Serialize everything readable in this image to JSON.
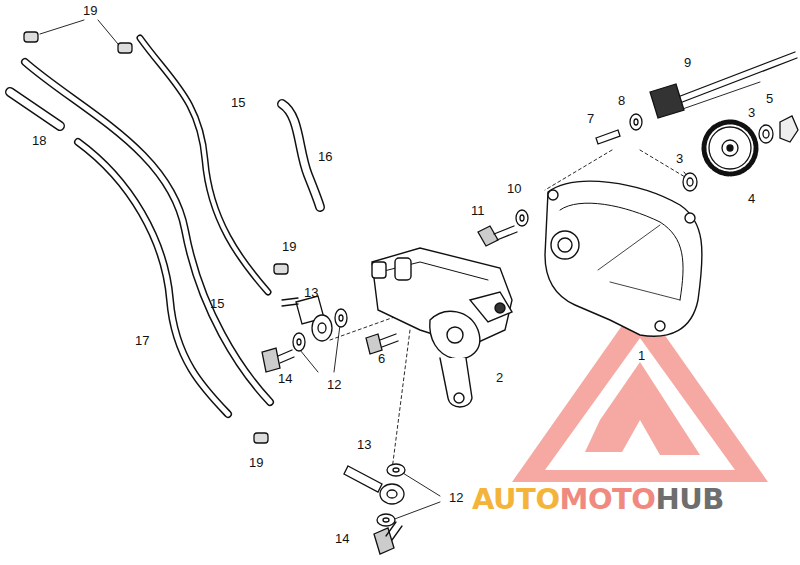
{
  "diagram": {
    "labels": [
      "19",
      "9",
      "15",
      "18",
      "5",
      "8",
      "3",
      "7",
      "16",
      "3",
      "4",
      "10",
      "11",
      "19",
      "15",
      "13",
      "17",
      "12",
      "6",
      "14",
      "2",
      "1",
      "19",
      "13",
      "12",
      "14",
      "AUTO",
      "MOTO",
      "HUB"
    ]
  }
}
